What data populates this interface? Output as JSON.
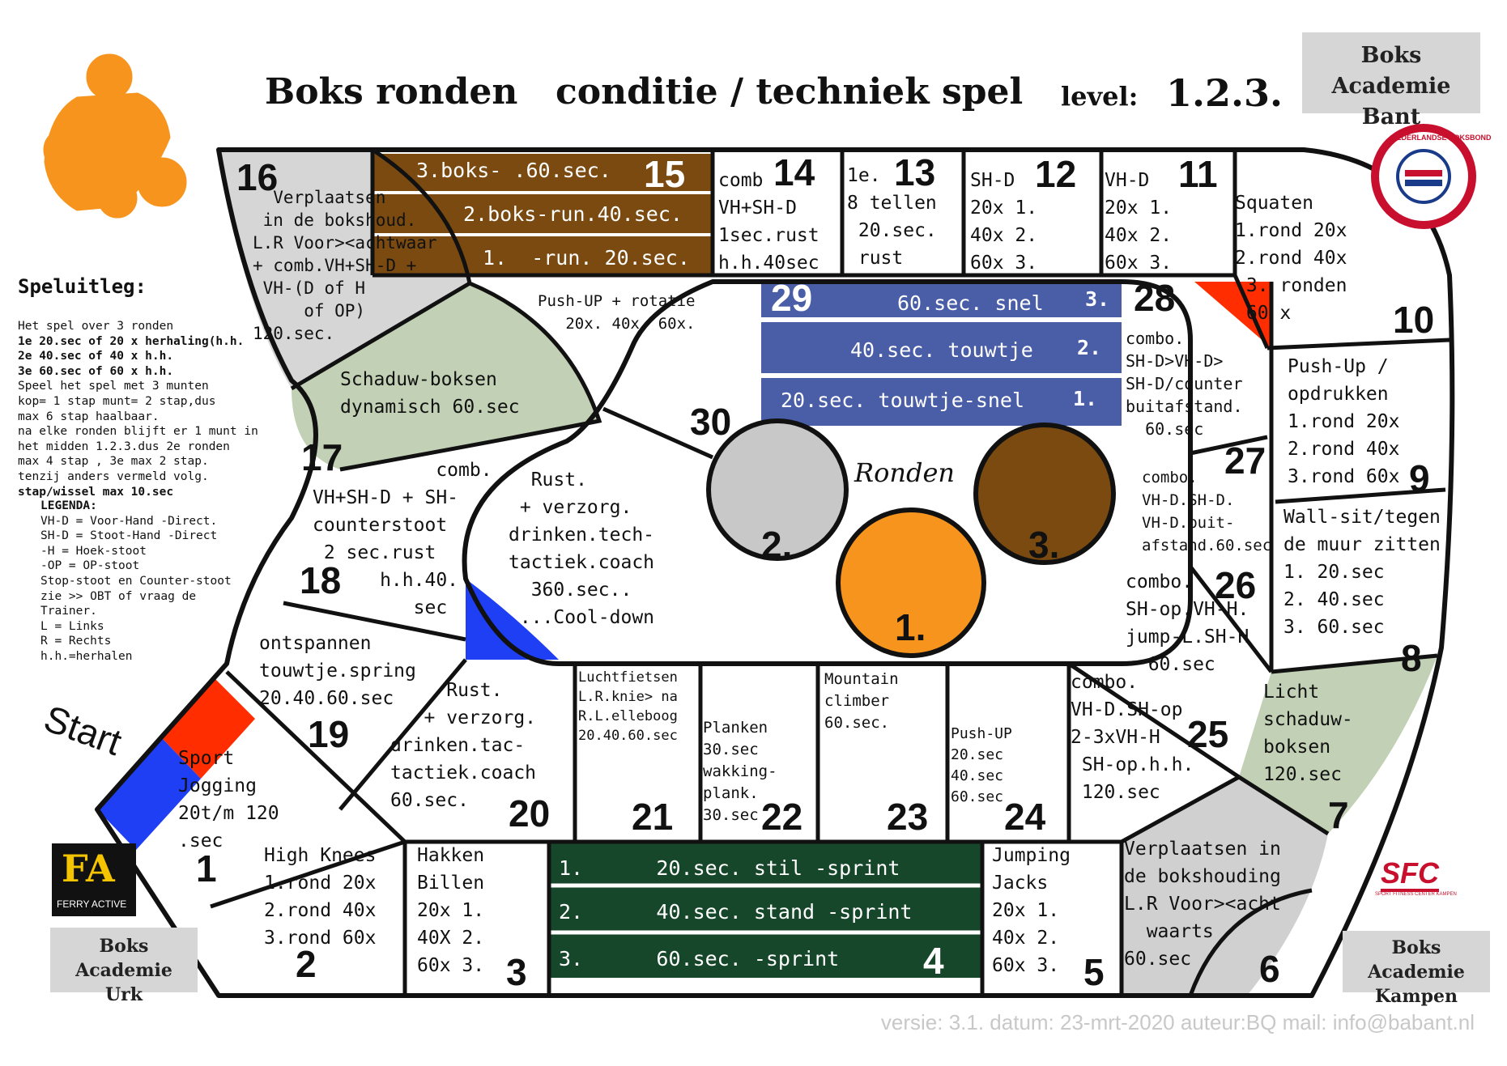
{
  "title": {
    "main": "Boks ronden",
    "sub": "conditie / techniek spel",
    "level_label": "level:",
    "level_value": "1.2.3."
  },
  "logos": {
    "bant": [
      "Boks Academie",
      "Bant"
    ],
    "urk": [
      "Boks Academie",
      "Urk"
    ],
    "kampen": [
      "Boks Academie",
      "Kampen"
    ],
    "ferry": "FERRY ACTIVE",
    "ferry_mark": "FA",
    "sfc": "SFC",
    "sfc_sub": "SPORT FITNESS CENTER KAMPEN",
    "nbb": "NEDERLANDSE BOKSBOND"
  },
  "start": "Start",
  "ronden_label": "Ronden",
  "rounds": [
    {
      "label": "1.",
      "color": "#f7941d"
    },
    {
      "label": "2.",
      "color": "#c8c8c8"
    },
    {
      "label": "3.",
      "color": "#7a4a10"
    }
  ],
  "colors": {
    "brown": "#7a4a10",
    "blue_band": "#4a5ea8",
    "green_band": "#17472a",
    "sage": "#c2d1b5",
    "grey": "#d0d0d0",
    "red": "#ff2d00",
    "blue": "#1f3ff5",
    "orange": "#f7941d"
  },
  "speluitleg": {
    "heading": "Speluitleg:",
    "lines": [
      "Het spel over 3 ronden",
      "1e 20.sec of 20 x herhaling(h.h.",
      "2e 40.sec of 40 x h.h.",
      "3e 60.sec of 60 x h.h.",
      "Speel het spel met 3 munten",
      "kop= 1 stap munt= 2 stap,dus",
      "max 6 stap haalbaar.",
      "na elke ronden blijft er 1 munt in",
      "het midden 1.2.3.dus 2e ronden",
      "max 4 stap , 3e max 2 stap.",
      "tenzij anders vermeld volg.",
      "stap/wissel max 10.sec"
    ],
    "legend_title": "LEGENDA:",
    "legend": [
      "VH-D = Voor-Hand -Direct.",
      "SH-D = Stoot-Hand -Direct",
      "-H = Hoek-stoot",
      "-OP = OP-stoot",
      "Stop-stoot en Counter-stoot",
      "zie >> OBT of vraag de",
      "Trainer.",
      "L = Links",
      "R = Rechts",
      "h.h.=herhalen"
    ]
  },
  "squares": {
    "s1": {
      "num": "1",
      "text": "Sport\nJogging\n20t/m 120\n.sec"
    },
    "s2": {
      "num": "2",
      "text": "High Knees\n1.rond 20x\n2.rond 40x\n3.rond 60x"
    },
    "s3": {
      "num": "3",
      "text": "Hakken\nBillen\n20x 1.\n40X 2.\n60x 3."
    },
    "s4": {
      "num": "4",
      "bands": [
        "1.      20.sec. stil -sprint",
        "2.      40.sec. stand -sprint",
        "3.      60.sec. -sprint"
      ]
    },
    "s5": {
      "num": "5",
      "text": "Jumping\nJacks\n20x 1.\n40x 2.\n60x 3."
    },
    "s6": {
      "num": "6",
      "text": "Verplaatsen in\nde bokshouding\nL.R Voor><acht\n  waarts\n60.sec"
    },
    "s7": {
      "num": "7",
      "text": "Licht\nschaduw-\nboksen\n120.sec"
    },
    "s8": {
      "num": "8",
      "text": "Wall-sit/tegen\nde muur zitten\n1. 20.sec\n2. 40.sec\n3. 60.sec"
    },
    "s9": {
      "num": "9",
      "text": "Push-Up /\nopdrukken\n1.rond 20x\n2.rond 40x\n3.rond 60x"
    },
    "s10": {
      "num": "10",
      "text": "Squaten\n1.rond 20x\n2.rond 40x\n 3. ronden\n 60 x"
    },
    "s11": {
      "num": "11",
      "text": "VH-D\n20x 1.\n40x 2.\n60x 3."
    },
    "s12": {
      "num": "12",
      "text": "SH-D\n20x 1.\n40x 2.\n60x 3."
    },
    "s13": {
      "num": "13",
      "text": "1e.\n8 tellen\n 20.sec.\n rust"
    },
    "s14": {
      "num": "14",
      "text": "comb\nVH+SH-D\n1sec.rust\nh.h.40sec"
    },
    "s15": {
      "num": "15",
      "bands": [
        "3.boks- .60.sec.",
        "2.boks-run.40.sec.",
        "1.  -run. 20.sec."
      ]
    },
    "s16": {
      "num": "16",
      "text": "  Verplaatsen\n in de bokshoud.\nL.R Voor><achtwaar\n+ comb.VH+SH-D +\n VH-(D of H\n     of OP)\n120.sec."
    },
    "s17": {
      "num": "17",
      "text": "Schaduw-boksen\ndynamisch 60.sec"
    },
    "s18": {
      "num": "18",
      "text": "           comb.\nVH+SH-D + SH-\ncounterstoot\n 2 sec.rust\n      h.h.40.\n         sec"
    },
    "s19": {
      "num": "19",
      "text": "ontspannen\ntouwtje.spring\n20.40.60.sec"
    },
    "s20": {
      "num": "20",
      "text": "     Rust.\n   + verzorg.\ndrinken.tac-\ntactiek.coach\n60.sec."
    },
    "s21": {
      "num": "21",
      "text": "Luchtfietsen\nL.R.knie> na\nR.L.elleboog\n20.40.60.sec"
    },
    "s22": {
      "num": "22",
      "text": "Planken\n30.sec\nwakking-\nplank.\n30.sec"
    },
    "s23": {
      "num": "23",
      "text": "Mountain\nclimber\n60.sec."
    },
    "s24": {
      "num": "24",
      "text": "Push-UP\n20.sec\n40.sec\n60.sec"
    },
    "s25": {
      "num": "25",
      "text": "combo.\nVH-D.SH-op\n2-3xVH-H\n SH-op.h.h.\n 120.sec"
    },
    "s26": {
      "num": "26",
      "text": "combo.\nSH-op.VH-H.\njump-L.SH-H\n  60.sec"
    },
    "s27": {
      "num": "27",
      "text": "combo.\nVH-D.SH-D.\nVH-D.buit-\nafstand.60.sec"
    },
    "s28": {
      "num": "28",
      "text": "combo.\nSH-D>VH-D>\nSH-D/counter\nbuitafstand.\n  60.sec"
    },
    "s29": {
      "num": "29",
      "bands": [
        "60.sec. snel",
        "40.sec. touwtje",
        "20.sec. touwtje-snel"
      ],
      "band_nums": [
        "3.",
        "2.",
        "1."
      ]
    },
    "s30": {
      "num": "30",
      "text": "Push-UP + rotatie\n   20x. 40x. 60x."
    },
    "center": {
      "text": "  Rust.\n + verzorg.\ndrinken.tech-\ntactiek.coach\n  360.sec..\n ...Cool-down"
    }
  },
  "footer": "versie: 3.1. datum: 23-mrt-2020 auteur:BQ mail: info@babant.nl"
}
